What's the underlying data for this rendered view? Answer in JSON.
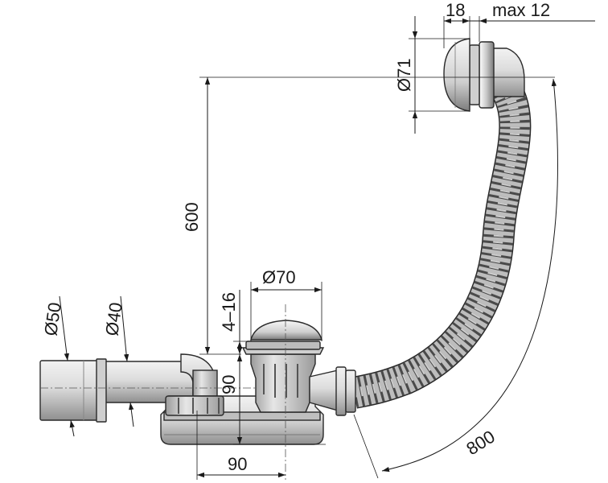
{
  "dimensions": {
    "d50": "Ø50",
    "d40": "Ø40",
    "d70": "Ø70",
    "d71": "Ø71",
    "h600": "600",
    "h4_16": "4–16",
    "h90_vertical": "90",
    "w90_horizontal": "90",
    "len800": "800",
    "w18": "18",
    "max12": "max 12"
  },
  "colors": {
    "metal_light": "#e8e8e8",
    "metal_mid": "#bdbdbd",
    "metal_dark": "#8c8c8c",
    "plastic_light": "#d9d9d9",
    "plastic_dark": "#9a9a9a",
    "line": "#1a1a1a"
  }
}
